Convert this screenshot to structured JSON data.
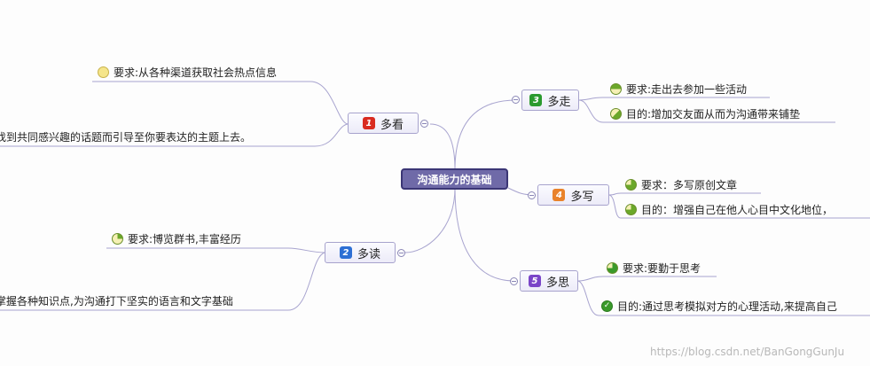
{
  "mindmap": {
    "central": {
      "label": "沟通能力的基础"
    },
    "branches": {
      "kan": {
        "num": "1",
        "label": "多看",
        "color": "#d92b20",
        "leaves": [
          {
            "text": "要求:从各种渠道获取社会热点信息",
            "pie": "empty"
          },
          {
            "text": "找到共同感兴趣的话题而引导至你要表达的主题上去。"
          }
        ]
      },
      "du": {
        "num": "2",
        "label": "多读",
        "color": "#2d6fd4",
        "leaves": [
          {
            "text": "要求:博览群书,丰富经历",
            "pie": "quarter"
          },
          {
            "text": "掌握各种知识点,为沟通打下坚实的语言和文字基础"
          }
        ]
      },
      "zou": {
        "num": "3",
        "label": "多走",
        "color": "#2b9a2f",
        "leaves": [
          {
            "text": "要求:走出去参加一些活动",
            "pie": "half"
          },
          {
            "text": "目的:增加交友面从而为沟通带来铺垫",
            "pie": "half"
          }
        ]
      },
      "xie": {
        "num": "4",
        "label": "多写",
        "color": "#e9822a",
        "leaves": [
          {
            "text": "要求：多写原创文章",
            "pie": "three-quarter"
          },
          {
            "text": "目的：增强自己在他人心目中文化地位，",
            "pie": "three-quarter"
          }
        ]
      },
      "si": {
        "num": "5",
        "label": "多思",
        "color": "#7a45c8",
        "leaves": [
          {
            "text": "要求:要勤于思考",
            "pie": "three-quarter"
          },
          {
            "text": "目的:通过思考模拟对方的心理活动,来提高自己",
            "pie": "full"
          }
        ]
      }
    }
  },
  "watermark": "https://blog.csdn.net/BanGongGunJu"
}
